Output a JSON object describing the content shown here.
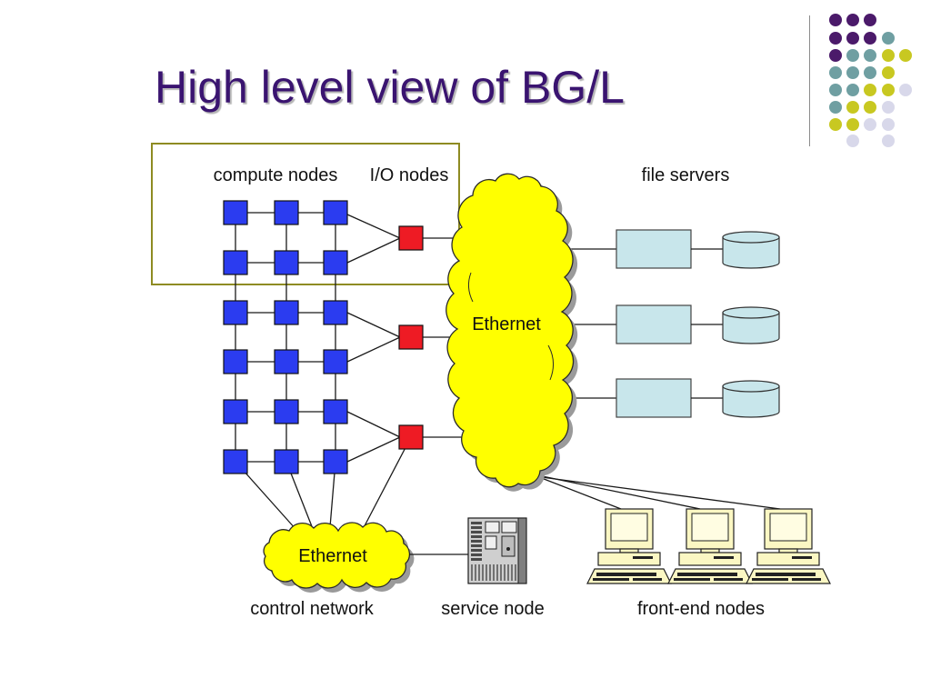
{
  "slide": {
    "title": "High level view of BG/L"
  },
  "diagram": {
    "labels": {
      "compute_nodes": "compute nodes",
      "io_nodes": "I/O nodes",
      "file_servers": "file servers",
      "main_network": "Ethernet",
      "control_cloud": "Ethernet",
      "control_network": "control network",
      "service_node": "service node",
      "front_end_nodes": "front-end nodes"
    }
  },
  "colors": {
    "title": "#3a1470",
    "compute_node": "#2b3cf0",
    "io_node": "#ee1b24",
    "ethernet_cloud": "#ffff00",
    "file_server": "#c8e6eb",
    "highlight_box": "#8e8b22",
    "dot_purple": "#4b1a6a",
    "dot_teal": "#6f9fa2",
    "dot_yellow": "#c8c821",
    "dot_lavender": "#d8d8ea"
  }
}
